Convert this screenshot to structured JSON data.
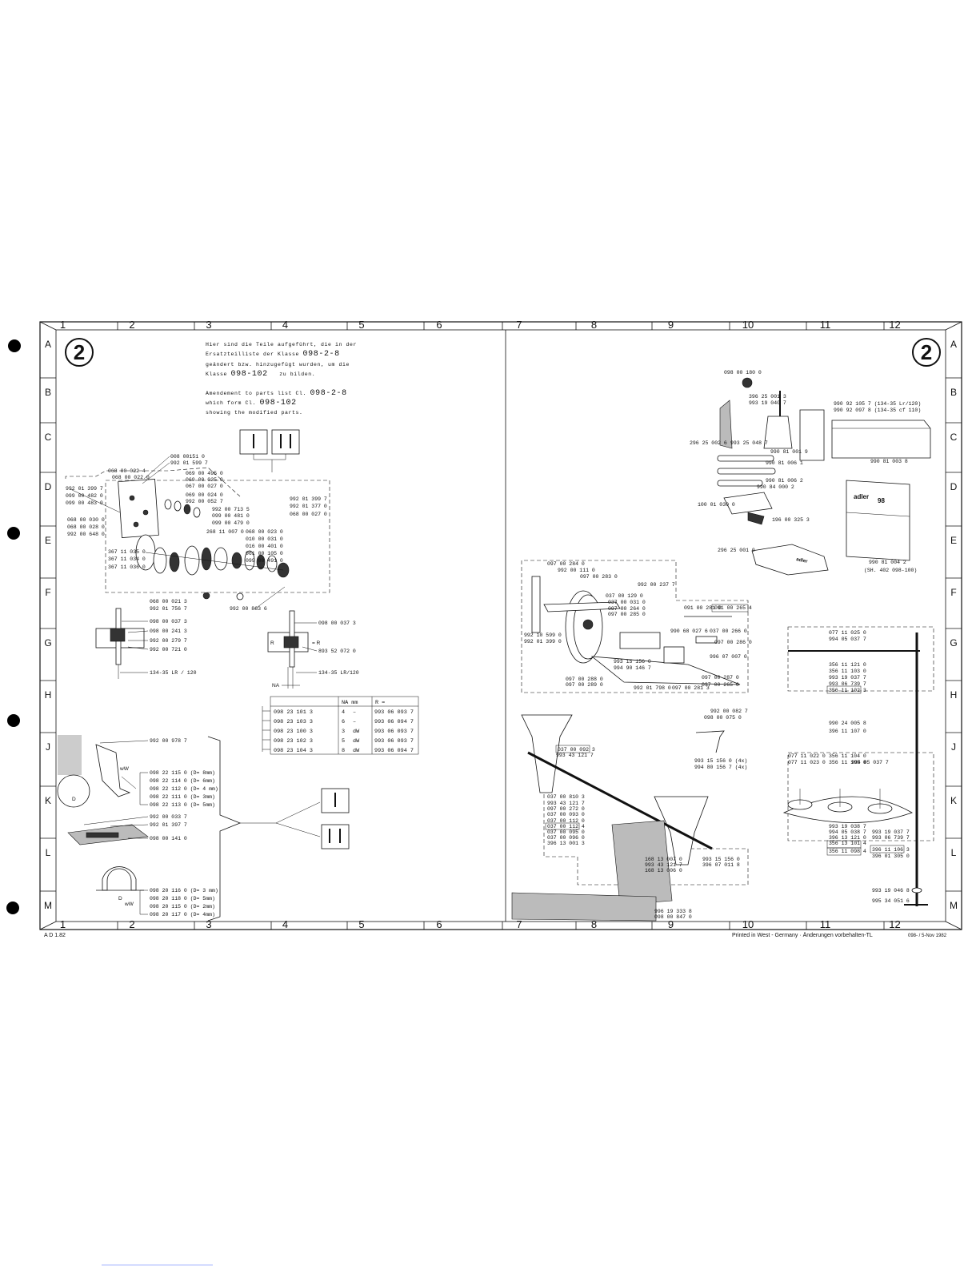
{
  "sheet": {
    "number": "2",
    "column_labels": [
      "1",
      "2",
      "3",
      "4",
      "5",
      "6",
      "7",
      "8",
      "9",
      "10",
      "11",
      "12"
    ],
    "row_labels": [
      "A",
      "B",
      "C",
      "D",
      "E",
      "F",
      "G",
      "H",
      "J",
      "K",
      "L",
      "M"
    ]
  },
  "note_de": {
    "line1": "Hier sind die Teile aufgeführt, die in der",
    "line2_pre": "Ersatzteilliste der Klasse",
    "line2_num": "098-2-8",
    "line3": "geändert bzw. hinzugefügt wurden, um die",
    "line4_pre": "Klasse",
    "line4_num": "098-102",
    "line4_post": "zu bilden."
  },
  "note_en": {
    "line1_pre": "Amendement to parts list Cl.",
    "line1_num": "098-2-8",
    "line2_pre": "which form Cl.",
    "line2_num": "098-102",
    "line3": "showing the modified parts."
  },
  "left_top": {
    "labels": [
      "008 00151 0",
      "992 01 599 7",
      "068 00 022 4",
      "068 00 022 0",
      "069 00 495 0",
      "069 00 035 0",
      "067 00 027 0",
      "069 00 024 0",
      "992 00 052 7",
      "992 00 713 5",
      "099 00 481 0",
      "099 00 479 0",
      "268 11 007 0",
      "068 00 023 0",
      "010 00 031 0",
      "016 00 401 0",
      "061 00 105 0",
      "099 00 491 0",
      "992 01 399 7",
      "992 01 377 0",
      "068 00 027 0",
      "992 01 399 7",
      "099 00 482 0",
      "099 00 483 0",
      "068 00 030 0",
      "068 00 028 0",
      "992 00 648 0",
      "367 11 035 0",
      "367 11 034 0",
      "367 11 036 0",
      "068 00 021 3",
      "992 01 756 7",
      "992 00 863 6"
    ]
  },
  "left_mid_a": {
    "labels": [
      "098 00 037 3",
      "098 00 241 3",
      "992 00 279 7",
      "992 00 721 0"
    ],
    "model": "134-35 LR / 120"
  },
  "left_mid_b": {
    "labels": [
      "098 00 037 3",
      "893 52 072 0"
    ],
    "model": "134-35 LR/120",
    "r_left": "R",
    "r_right": "= R",
    "na": "NA"
  },
  "na_table": {
    "headers": [
      "",
      "NA mm",
      "R ="
    ],
    "rows": [
      [
        "098 23 101 3",
        "4",
        "–",
        "993 06 093 7"
      ],
      [
        "098 23 103 3",
        "6",
        "–",
        "993 06 094 7"
      ],
      [
        "098 23 100 3",
        "3",
        "dW",
        "993 06 093 7"
      ],
      [
        "098 23 102 3",
        "5",
        "dW",
        "993 06 093 7"
      ],
      [
        "098 23 104 3",
        "8",
        "dW",
        "993 06 094 7"
      ]
    ]
  },
  "left_bottom": {
    "labels": [
      "992 00 978 7",
      "098 22 115 0 (D= 8mm)",
      "098 22 114 0 (D= 6mm)",
      "098 22 112 0 (D= 4 mm)",
      "098 22 111 0 (D= 3mm)",
      "098 22 113 0 (D= 5mm)",
      "992 00 033 7",
      "992 01 397 7",
      "098 00 141 0",
      "098 20 116 0 (D= 3 mm)",
      "098 20 118 0 (D= 5mm)",
      "098 20 115 0 (D= 2mm)",
      "098 20 117 0 (D= 4mm)"
    ],
    "ww": "wW",
    "d": "D"
  },
  "right_top": {
    "labels": [
      "098 00 180 0",
      "396 25 001 3",
      "993 19 040 7",
      "990 92 105 7 (134-35 Lr/120)",
      "990 92 097 8 (134-35 cf 110)",
      "296 25 002 6",
      "993 25 048 7",
      "990 81 001 9",
      "990 81 006 1",
      "990 81 006 2",
      "990 84 000 2",
      "100 01 030 0",
      "196 00 325 3",
      "990 81 003 8",
      "296 25 001 0",
      "990 81 004 2",
      "(SH. 402 098-100)"
    ],
    "booklet_brand": "adler",
    "booklet_num": "98",
    "cloth_brand": "adler"
  },
  "right_mid": {
    "labels": [
      "097 00 284 0",
      "992 00 111 0",
      "097 00 283 0",
      "992 00 237 7",
      "037 00 129 0",
      "037 00 031 0",
      "097 00 264 0",
      "097 00 285 0",
      "091 00 281 0",
      "091 00 265 4",
      "992 10 599 0",
      "992 01 399 0",
      "990 68 027 6",
      "037 00 266 0",
      "097 00 286 0",
      "996 07 007 0",
      "993 15 156 0",
      "994 90 146 7",
      "097 00 288 0",
      "097 00 289 0",
      "097 00 287 0",
      "097 00 265 0",
      "992 01 798 0",
      "097 00 281 3"
    ]
  },
  "right_lower": {
    "labels": [
      "992 00 082 7",
      "098 00 075 0",
      "993 15 156 0 (4x)",
      "994 80 156 7 (4x)",
      "037 00 092 3",
      "993 43 121 7",
      "037 00 810 3",
      "993 43 121 7",
      "097 00 272 0",
      "037 00 093 0",
      "037 00 112 0",
      "037 00 112 4",
      "037 00 095 0",
      "037 00 096 0",
      "396 13 001 3",
      "168 13 007 0",
      "993 43 121 7",
      "168 13 006 0",
      "993 15 156 0",
      "396 07 011 8",
      "996 19 333 8",
      "098 00 847 0"
    ]
  },
  "right_stand": {
    "labels": [
      "077 11 025 0",
      "994 05 037 7",
      "356 11 121 0",
      "356 11 103 0",
      "993 19 037 7",
      "993 06 739 7",
      "356 11 102 3",
      "990 24 005 8",
      "396 11 107 0",
      "077 11 022 0",
      "077 11 023 0",
      "356 11 104 0",
      "356 11 105 0",
      "994 05 037 7",
      "993 19 038 7",
      "994 05 038 7",
      "396 13 121 0",
      "356 13 101 4",
      "356 11 098 4",
      "993 19 037 7",
      "993 06 739 7",
      "396 11 106 3",
      "396 01 305 0",
      "993 19 046 8",
      "995 34 051 6"
    ]
  },
  "footer": {
    "left": "A D 1.82",
    "right": "Printed in West - Germany · Änderungen vorbehalten-TL",
    "code": "098- / 5-Nov 1982"
  },
  "colors": {
    "ink": "#111111",
    "link": "#a8b8ff"
  }
}
